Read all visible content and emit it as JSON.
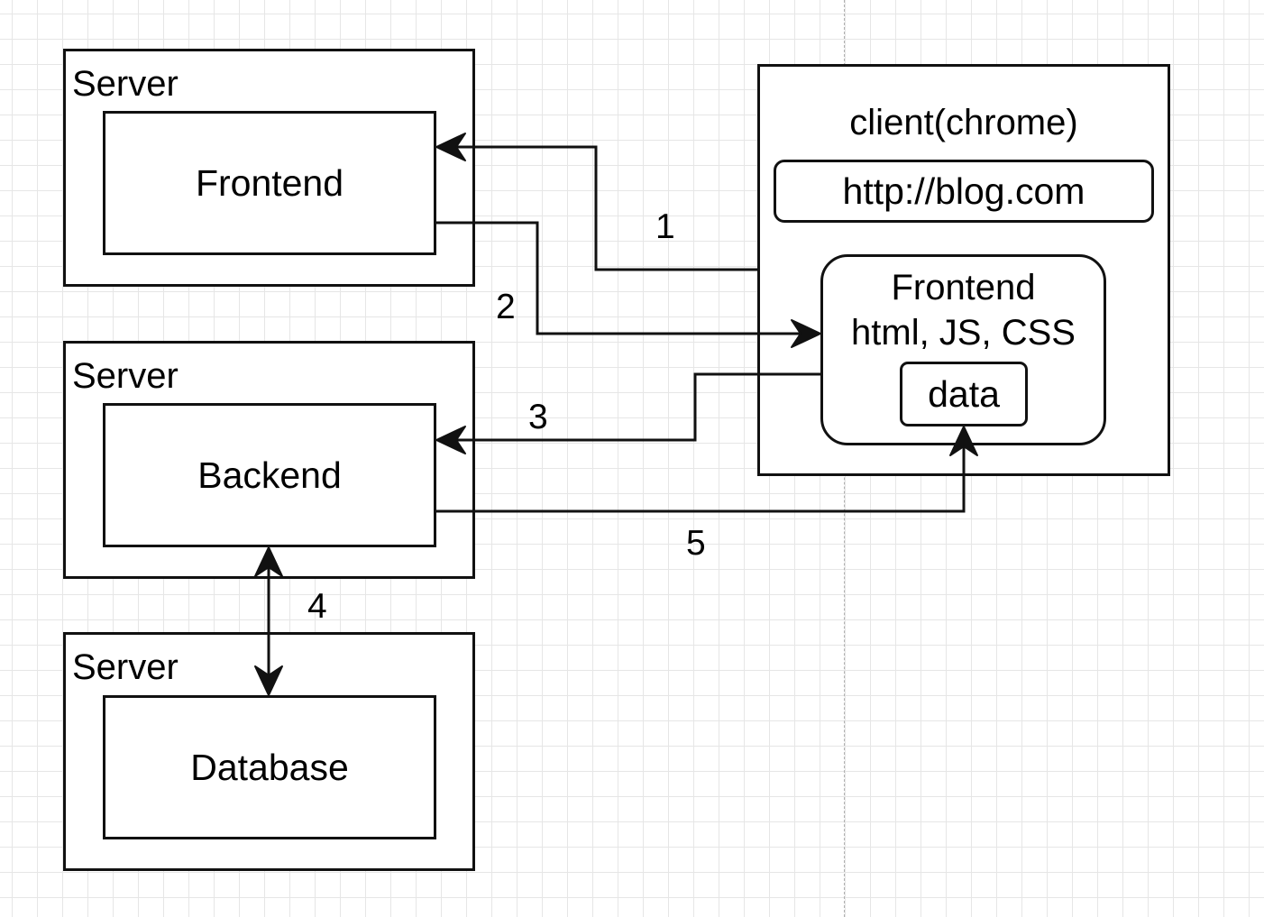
{
  "servers": [
    {
      "label": "Server",
      "inner": "Frontend"
    },
    {
      "label": "Server",
      "inner": "Backend"
    },
    {
      "label": "Server",
      "inner": "Database"
    }
  ],
  "client": {
    "title": "client(chrome)",
    "url": "http://blog.com",
    "frontend_line1": "Frontend",
    "frontend_line2": "html, JS, CSS",
    "data": "data"
  },
  "steps": [
    "1",
    "2",
    "3",
    "4",
    "5"
  ]
}
